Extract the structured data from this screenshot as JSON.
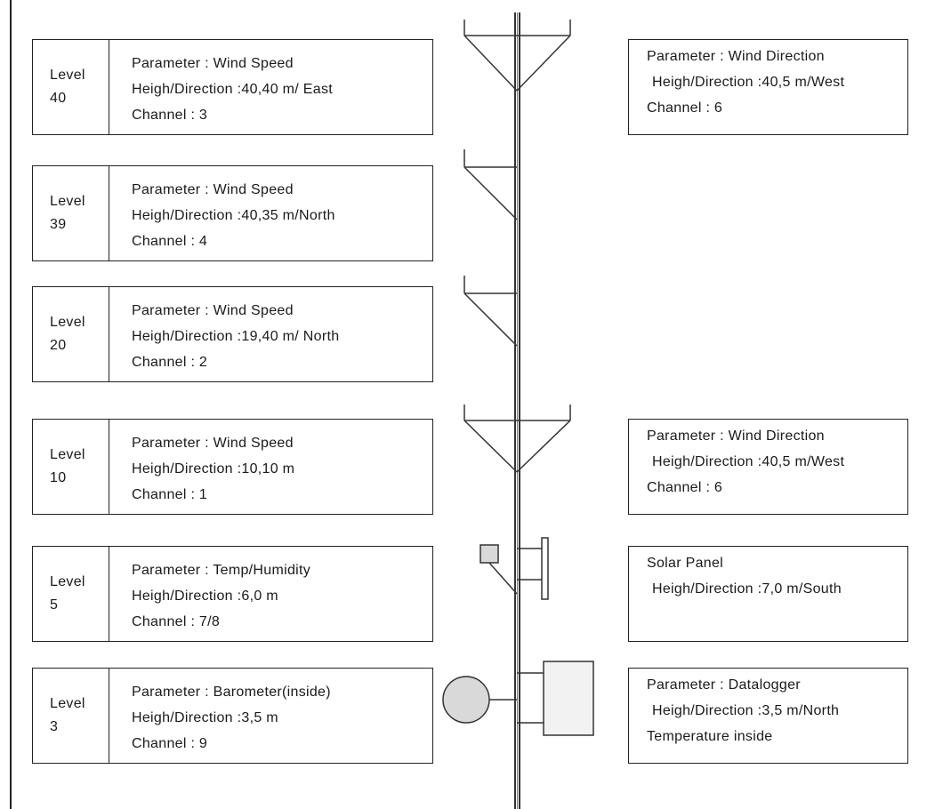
{
  "left_boxes": [
    {
      "level_label": "Level",
      "level_number": "40",
      "parameter": "Parameter : Wind Speed",
      "height_direction": "Heigh/Direction :40,40 m/ East",
      "channel": "Channel : 3"
    },
    {
      "level_label": "Level",
      "level_number": "39",
      "parameter": "Parameter : Wind Speed",
      "height_direction": "Heigh/Direction :40,35 m/North",
      "channel": "Channel : 4"
    },
    {
      "level_label": "Level",
      "level_number": "20",
      "parameter": "Parameter : Wind Speed",
      "height_direction": "Heigh/Direction :19,40 m/ North",
      "channel": "Channel : 2"
    },
    {
      "level_label": "Level",
      "level_number": "10",
      "parameter": "Parameter : Wind Speed",
      "height_direction": "Heigh/Direction :10,10 m",
      "channel": "Channel : 1"
    },
    {
      "level_label": "Level",
      "level_number": "5",
      "parameter": "Parameter : Temp/Humidity",
      "height_direction": "Heigh/Direction :6,0 m",
      "channel": "Channel : 7/8"
    },
    {
      "level_label": "Level",
      "level_number": "3",
      "parameter": "Parameter : Barometer(inside)",
      "height_direction": "Heigh/Direction :3,5 m",
      "channel": "Channel : 9"
    }
  ],
  "right_boxes": [
    {
      "line1": "Parameter : Wind Direction",
      "line2": "Heigh/Direction :40,5 m/West",
      "line3": "Channel : 6"
    },
    {
      "line1": "Parameter : Wind Direction",
      "line2": "Heigh/Direction :40,5 m/West",
      "line3": "Channel : 6"
    },
    {
      "line1": "Solar Panel",
      "line2": "Heigh/Direction :7,0 m/South",
      "line3": ""
    },
    {
      "line1": "Parameter : Datalogger",
      "line2": "Heigh/Direction :3,5 m/North",
      "line3": "Temperature inside"
    }
  ]
}
